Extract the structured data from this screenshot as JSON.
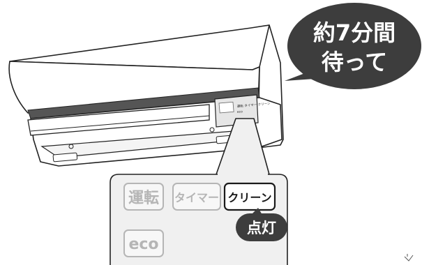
{
  "bubble": {
    "line1": "約7分間",
    "line2": "待って"
  },
  "indicator_panel": {
    "buttons": [
      {
        "label": "運転",
        "state": "off"
      },
      {
        "label": "タイマー",
        "state": "off"
      },
      {
        "label": "クリーン",
        "state": "on"
      },
      {
        "label": "eco",
        "state": "off"
      }
    ]
  },
  "status_badge": "点灯",
  "unit_panel_text": {
    "line1": "運転 タイマー クリーン",
    "line2": "eco"
  },
  "colors": {
    "bubble_fill": "#3d3d3d",
    "bubble_text": "#ffffff",
    "indicator_off": "#b5b5b5",
    "indicator_on": "#1a1a1a",
    "panel_bg": "#f0f0f0",
    "outline": "#222222"
  }
}
